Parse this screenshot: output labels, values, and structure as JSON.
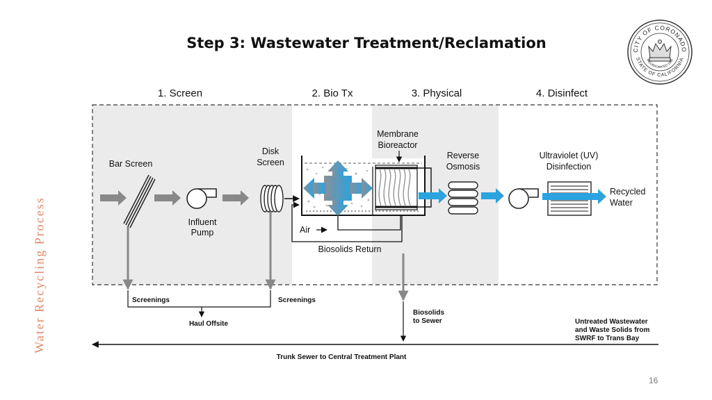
{
  "page": {
    "title": "Step 3: Wastewater Treatment/Reclamation",
    "side_title": "Water Recycling Process",
    "page_number": "16"
  },
  "seal": {
    "top_text": "CITY OF CORONADO",
    "bottom_text": "STATE OF CALIFORNIA",
    "inner_text": "INCORPORATED 1890"
  },
  "stages": [
    "1. Screen",
    "2. Bio Tx",
    "3. Physical",
    "4. Disinfect"
  ],
  "components": {
    "bar_screen": "Bar Screen",
    "influent_pump": [
      "Influent",
      "Pump"
    ],
    "disk_screen": [
      "Disk",
      "Screen"
    ],
    "membrane_bioreactor": [
      "Membrane",
      "Bioreactor"
    ],
    "reverse_osmosis": [
      "Reverse",
      "Osmosis"
    ],
    "uv_disinfection": [
      "Ultraviolet (UV)",
      "Disinfection"
    ],
    "recycled_water": [
      "Recycled",
      "Water"
    ],
    "air": "Air",
    "biosolids_return": "Biosolids Return"
  },
  "outputs": {
    "screenings_left": "Screenings",
    "screenings_right": "Screenings",
    "haul_offsite": "Haul Offsite",
    "biosolids_to_sewer": [
      "Biosolids",
      "to Sewer"
    ],
    "untreated": [
      "Untreated Wastewater",
      "and Waste Solids from",
      "SWRF to Trans Bay"
    ],
    "trunk_sewer": "Trunk Sewer to Central Treatment Plant"
  },
  "colors": {
    "stage_shade": "#ebebeb",
    "flow_gray": "#888888",
    "flow_blue": "#2aa3df",
    "side_title": "#e08968"
  }
}
